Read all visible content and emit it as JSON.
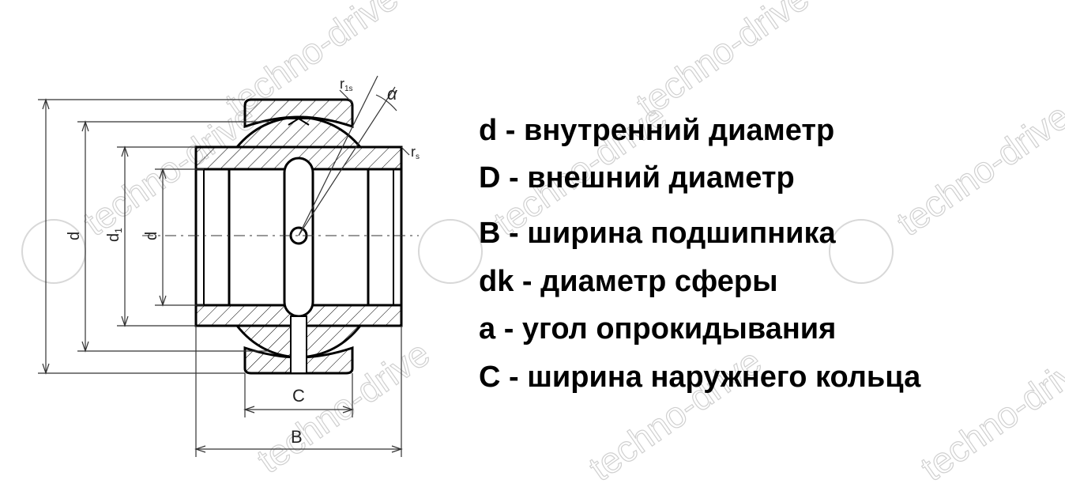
{
  "diagram": {
    "dimension_labels": {
      "outer_diameter": "d",
      "d1": "d",
      "d1_subscript": "1",
      "bore": "d",
      "r1s": "r",
      "r1s_subscript": "1s",
      "rs": "r",
      "rs_subscript": "s",
      "angle": "α",
      "outer_ring_width": "C",
      "bearing_width": "B"
    },
    "watermark_text": "techno-drive",
    "colors": {
      "line": "#000000",
      "dim": "#333333",
      "hatch": "#000000",
      "watermark": "#d0d0d0"
    }
  },
  "legend": {
    "lines": [
      "d - внутренний диаметр",
      "D - внешний диаметр",
      "B - ширина подшипника",
      "dk - диаметр сферы",
      "a - угол опрокидывания",
      "C - ширина наружнего кольца"
    ]
  }
}
